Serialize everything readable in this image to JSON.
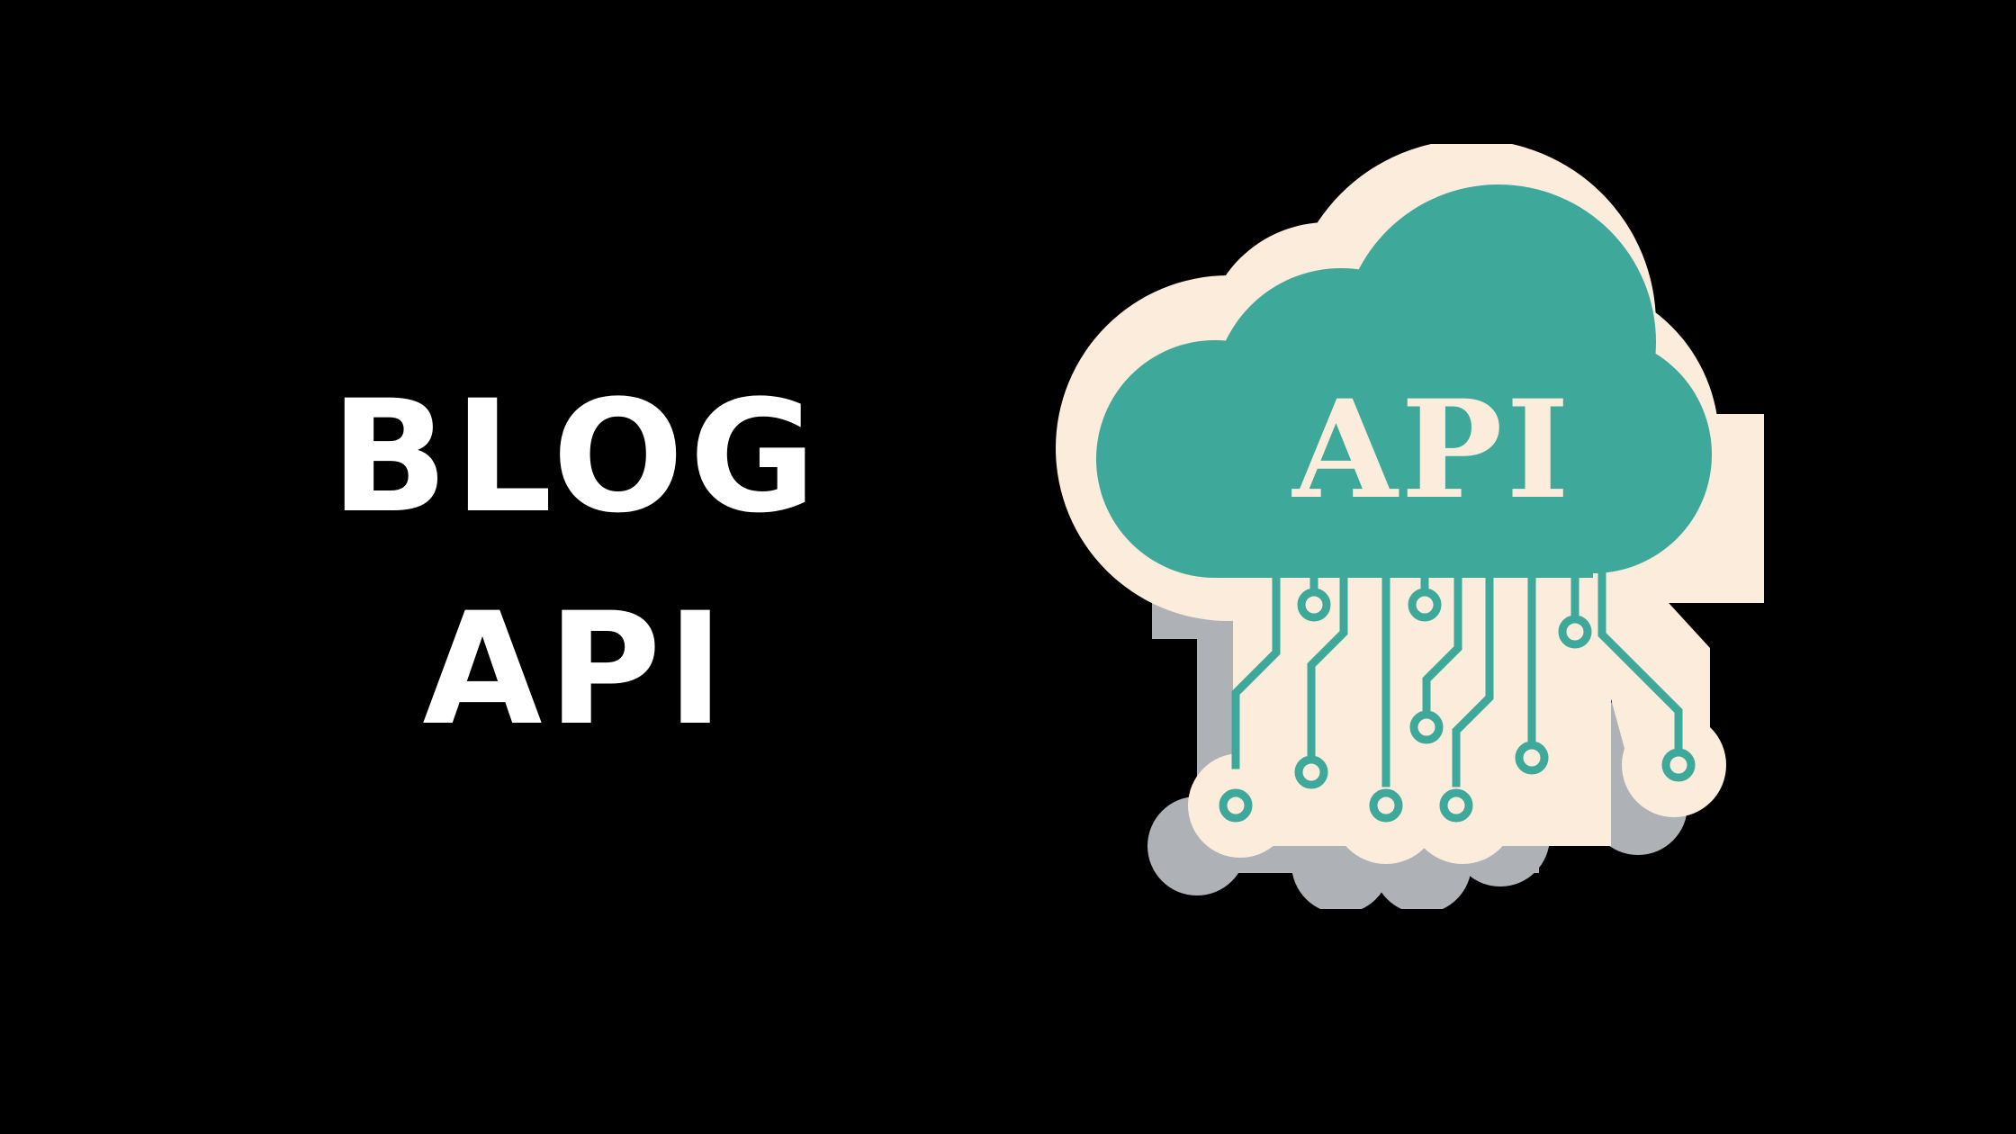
{
  "title": {
    "line1": "BLOG",
    "line2": "API"
  },
  "logo": {
    "label": "API",
    "icon": "cloud-circuit-icon"
  },
  "colors": {
    "background": "#000000",
    "title_text": "#ffffff",
    "cloud_fill": "#3ea89b",
    "cloud_outline": "#fbecdc",
    "shadow": "#aeb2b6",
    "circuit": "#3ea89b"
  }
}
